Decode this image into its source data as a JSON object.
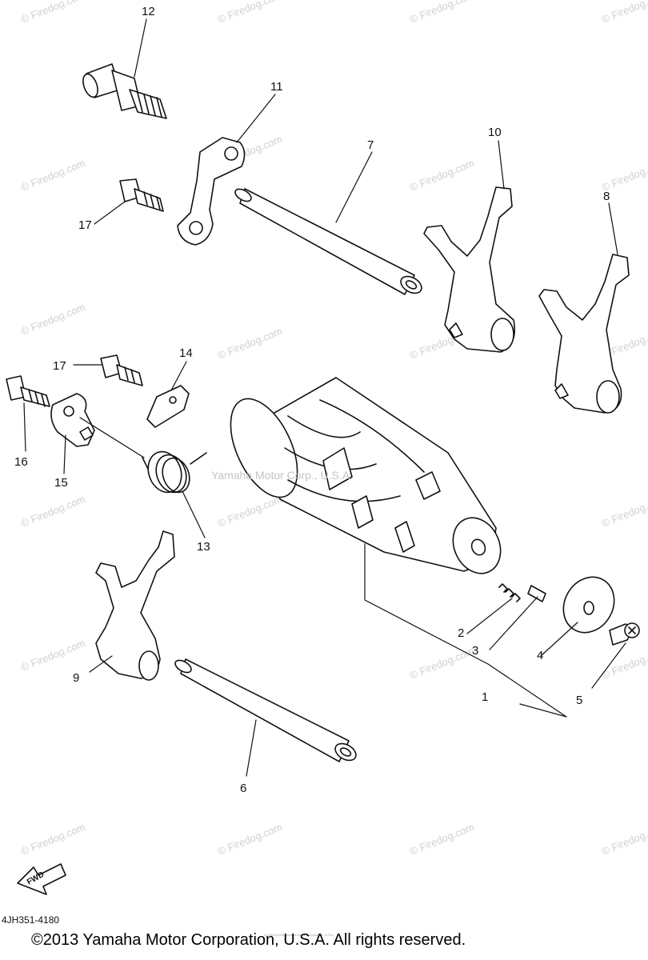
{
  "diagram": {
    "callouts": [
      "1",
      "2",
      "3",
      "4",
      "5",
      "6",
      "7",
      "8",
      "9",
      "10",
      "11",
      "12",
      "13",
      "14",
      "15",
      "16",
      "17",
      "17"
    ],
    "fwd_label": "FWD",
    "part_code": "4JH351-4180",
    "copyright": "©2013 Yamaha Motor Corporation, U.S.A. All rights reserved.",
    "center_watermark": "Yamaha Motor Corp., U.S.A.",
    "watermark": "© Firedog.com",
    "tiny_note": "(c) 2005-2006 Yamaha Motor Corporation, U.S.A."
  }
}
